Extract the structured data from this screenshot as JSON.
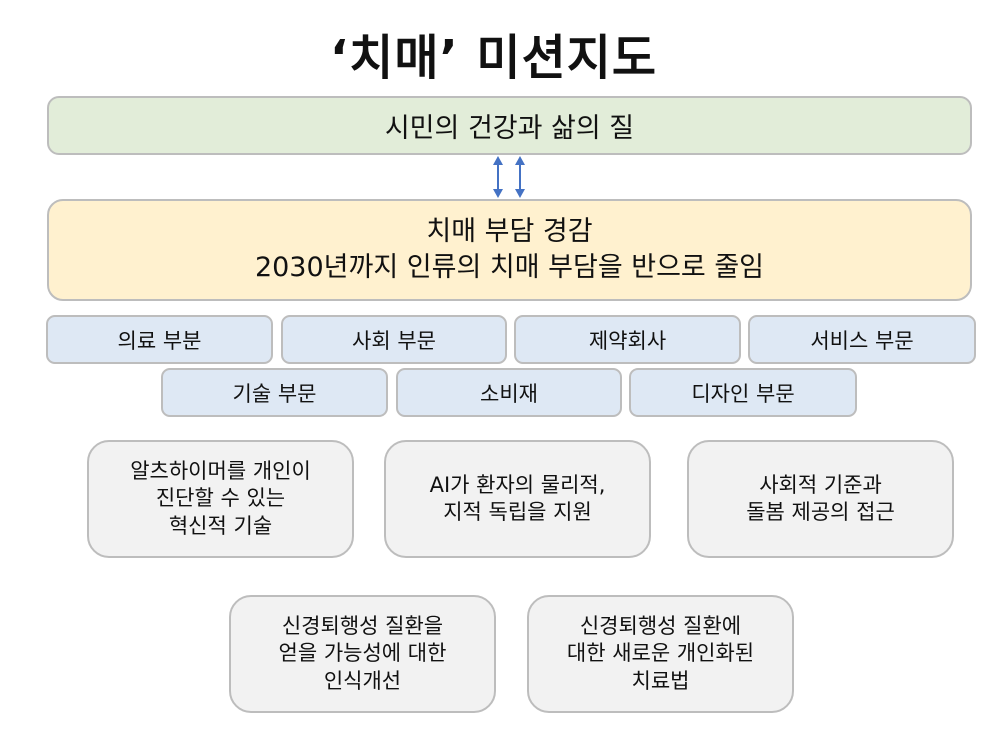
{
  "title": "‘치매’ 미션지도",
  "goal": {
    "label": "시민의 건강과 삶의 질",
    "color": "#e2edd9"
  },
  "mission": {
    "line1": "치매 부담 경감",
    "line2": "2030년까지 인류의 치매 부담을 반으로 줄임",
    "color": "#fff1cf"
  },
  "connector": {
    "type": "double-headed-arrows",
    "count": 2,
    "color": "#4472c4"
  },
  "sectors": {
    "color": "#dee8f4",
    "row1": [
      "의료 부분",
      "사회 부문",
      "제약회사",
      "서비스 부문"
    ],
    "row2": [
      "기술 부문",
      "소비재",
      "디자인 부문"
    ]
  },
  "initiatives": {
    "color": "#f2f2f2",
    "row1": [
      "알츠하이머를 개인이\n진단할 수 있는\n혁신적 기술",
      "AI가 환자의 물리적,\n지적 독립을 지원",
      "사회적 기준과\n돌봄 제공의 접근"
    ],
    "row2": [
      "신경퇴행성 질환을\n얻을 가능성에 대한\n인식개선",
      "신경퇴행성  질환에\n대한 새로운 개인화된\n치료법"
    ]
  }
}
